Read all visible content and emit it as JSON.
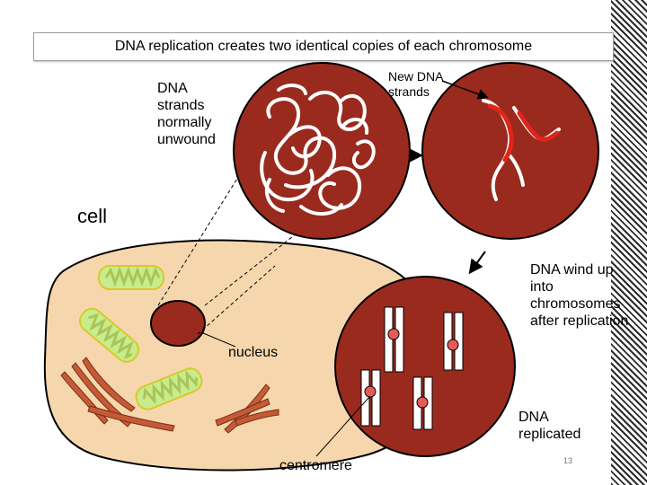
{
  "title": "DNA replication creates two identical copies of each chromosome",
  "labels": {
    "dna_strands": "DNA\nstrands\nnormally\nunwound",
    "new_dna": "New DNA\nstrands",
    "cell": "cell",
    "wind_up": "DNA wind up\ninto\nchromosomes\nafter replication",
    "nucleus": "nucleus",
    "dna_replicated": "DNA\nreplicated",
    "centromere": "centromere"
  },
  "page_number": "13",
  "colors": {
    "nucleus_fill": "#9a2a1e",
    "cell_fill": "#f6d7ad",
    "new_strand": "#e0251b",
    "mito_fill": "#c7ec8c",
    "centromere_dot": "#e85a58"
  }
}
